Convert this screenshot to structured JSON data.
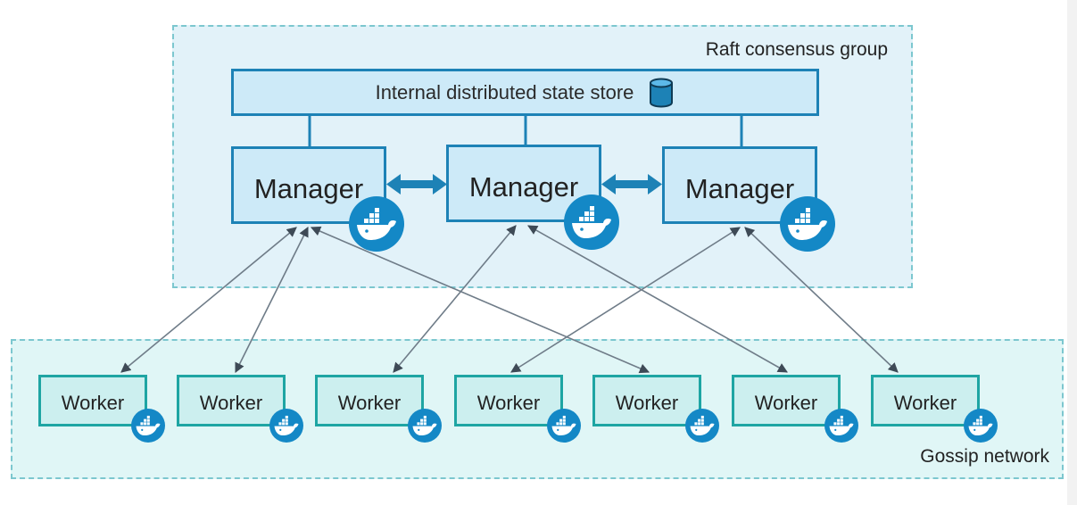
{
  "raft_group": {
    "label": "Raft consensus group"
  },
  "gossip_network": {
    "label": "Gossip network"
  },
  "state_store": {
    "label": "Internal distributed state store",
    "icon": "database-icon"
  },
  "managers": [
    {
      "label": "Manager"
    },
    {
      "label": "Manager"
    },
    {
      "label": "Manager"
    }
  ],
  "workers": [
    {
      "label": "Worker"
    },
    {
      "label": "Worker"
    },
    {
      "label": "Worker"
    },
    {
      "label": "Worker"
    },
    {
      "label": "Worker"
    },
    {
      "label": "Worker"
    },
    {
      "label": "Worker"
    }
  ],
  "badge_icon": "docker-whale-icon",
  "colors": {
    "manager_border": "#1d82b6",
    "manager_fill": "#cdeaf8",
    "worker_border": "#1ea5a3",
    "worker_fill": "#ccefef",
    "raft_region": "#e2f2f9",
    "gossip_region": "#e0f6f6",
    "docker_blue": "#1488c6",
    "link_line": "#6f7c88"
  },
  "connections": [
    {
      "from": "worker-1",
      "to": "manager-1"
    },
    {
      "from": "worker-2",
      "to": "manager-1"
    },
    {
      "from": "worker-3",
      "to": "manager-2"
    },
    {
      "from": "worker-4",
      "to": "manager-3"
    },
    {
      "from": "worker-5",
      "to": "manager-1"
    },
    {
      "from": "worker-6",
      "to": "manager-2"
    },
    {
      "from": "worker-7",
      "to": "manager-3"
    }
  ]
}
